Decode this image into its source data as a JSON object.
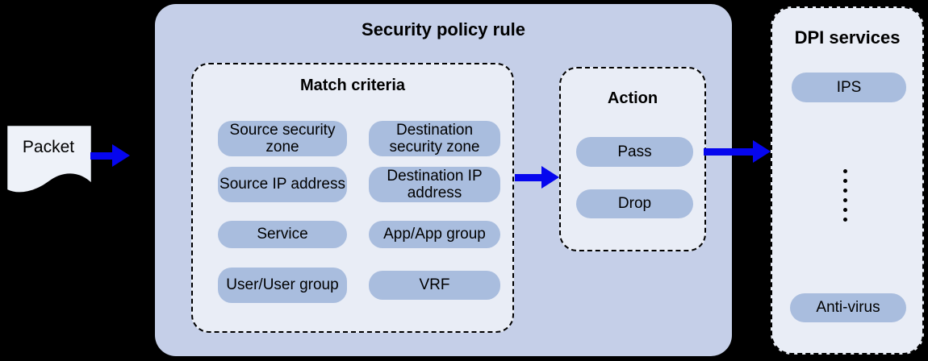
{
  "packet": {
    "label": "Packet"
  },
  "policy": {
    "title": "Security policy rule",
    "match_criteria": {
      "title": "Match criteria",
      "items": [
        "Source security zone",
        "Destination security zone",
        "Source IP address",
        "Destination IP address",
        "Service",
        "App/App group",
        "User/User group",
        "VRF"
      ]
    },
    "action": {
      "title": "Action",
      "items": [
        "Pass",
        "Drop"
      ]
    }
  },
  "dpi": {
    "title": "DPI services",
    "items": [
      "IPS",
      "Anti-virus"
    ],
    "ellipsis_dots": 6
  },
  "colors": {
    "bg": "#000000",
    "container": "#c5cfe8",
    "inner": "#e9edf6",
    "pill": "#a9bdde",
    "packet": "#eef2f9",
    "arrow": "#0606ee",
    "line": "#000000",
    "text": "#000000"
  }
}
